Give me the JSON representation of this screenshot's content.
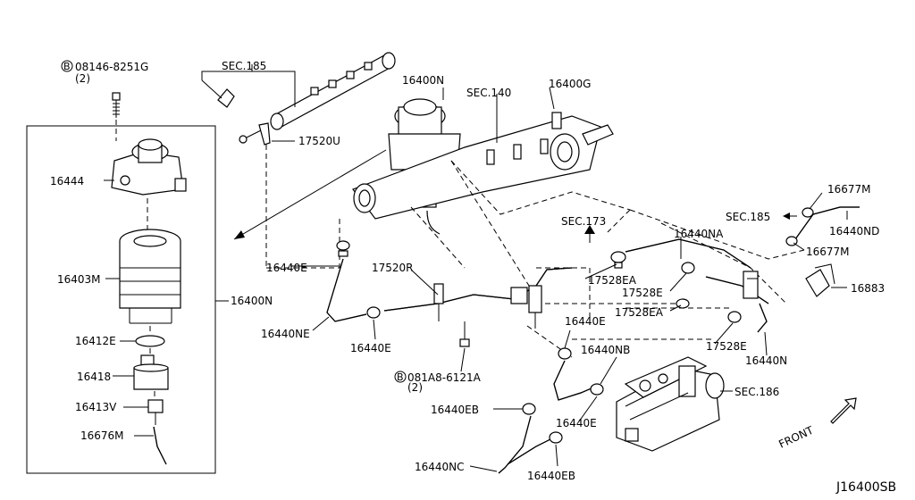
{
  "diagram": {
    "code": "J16400SB",
    "labels": {
      "bolt_a": "08146-8251G",
      "bolt_a_qty": "(2)",
      "bolt_b": "081A8-6121A",
      "bolt_b_qty": "(2)",
      "circled_b": "B",
      "sec185_top": "SEC.185",
      "sec140": "SEC.140",
      "sec173": "SEC.173",
      "sec185_right": "SEC.185",
      "sec186": "SEC.186",
      "p16400N_top": "16400N",
      "p16400G": "16400G",
      "p17520U": "17520U",
      "p16444": "16444",
      "p16403M": "16403M",
      "p16400N_side": "16400N",
      "p16412E": "16412E",
      "p16418": "16418",
      "p16413V": "16413V",
      "p16676M": "16676M",
      "p16440E_a": "16440E",
      "p17520R": "17520R",
      "p16440NE": "16440NE",
      "p16440E_b": "16440E",
      "p16440NA": "16440NA",
      "p17528EA_a": "17528EA",
      "p17528E_a": "17528E",
      "p17528EA_b": "17528EA",
      "p17528E_b": "17528E",
      "p16440N_right": "16440N",
      "p16677M_a": "16677M",
      "p16440ND": "16440ND",
      "p16677M_b": "16677M",
      "p16883": "16883",
      "p16440E_c": "16440E",
      "p16440NB": "16440NB",
      "p16440EB_a": "16440EB",
      "p16440E_d": "16440E",
      "p16440NC": "16440NC",
      "p16440EB_b": "16440EB",
      "front": "FRONT"
    }
  }
}
